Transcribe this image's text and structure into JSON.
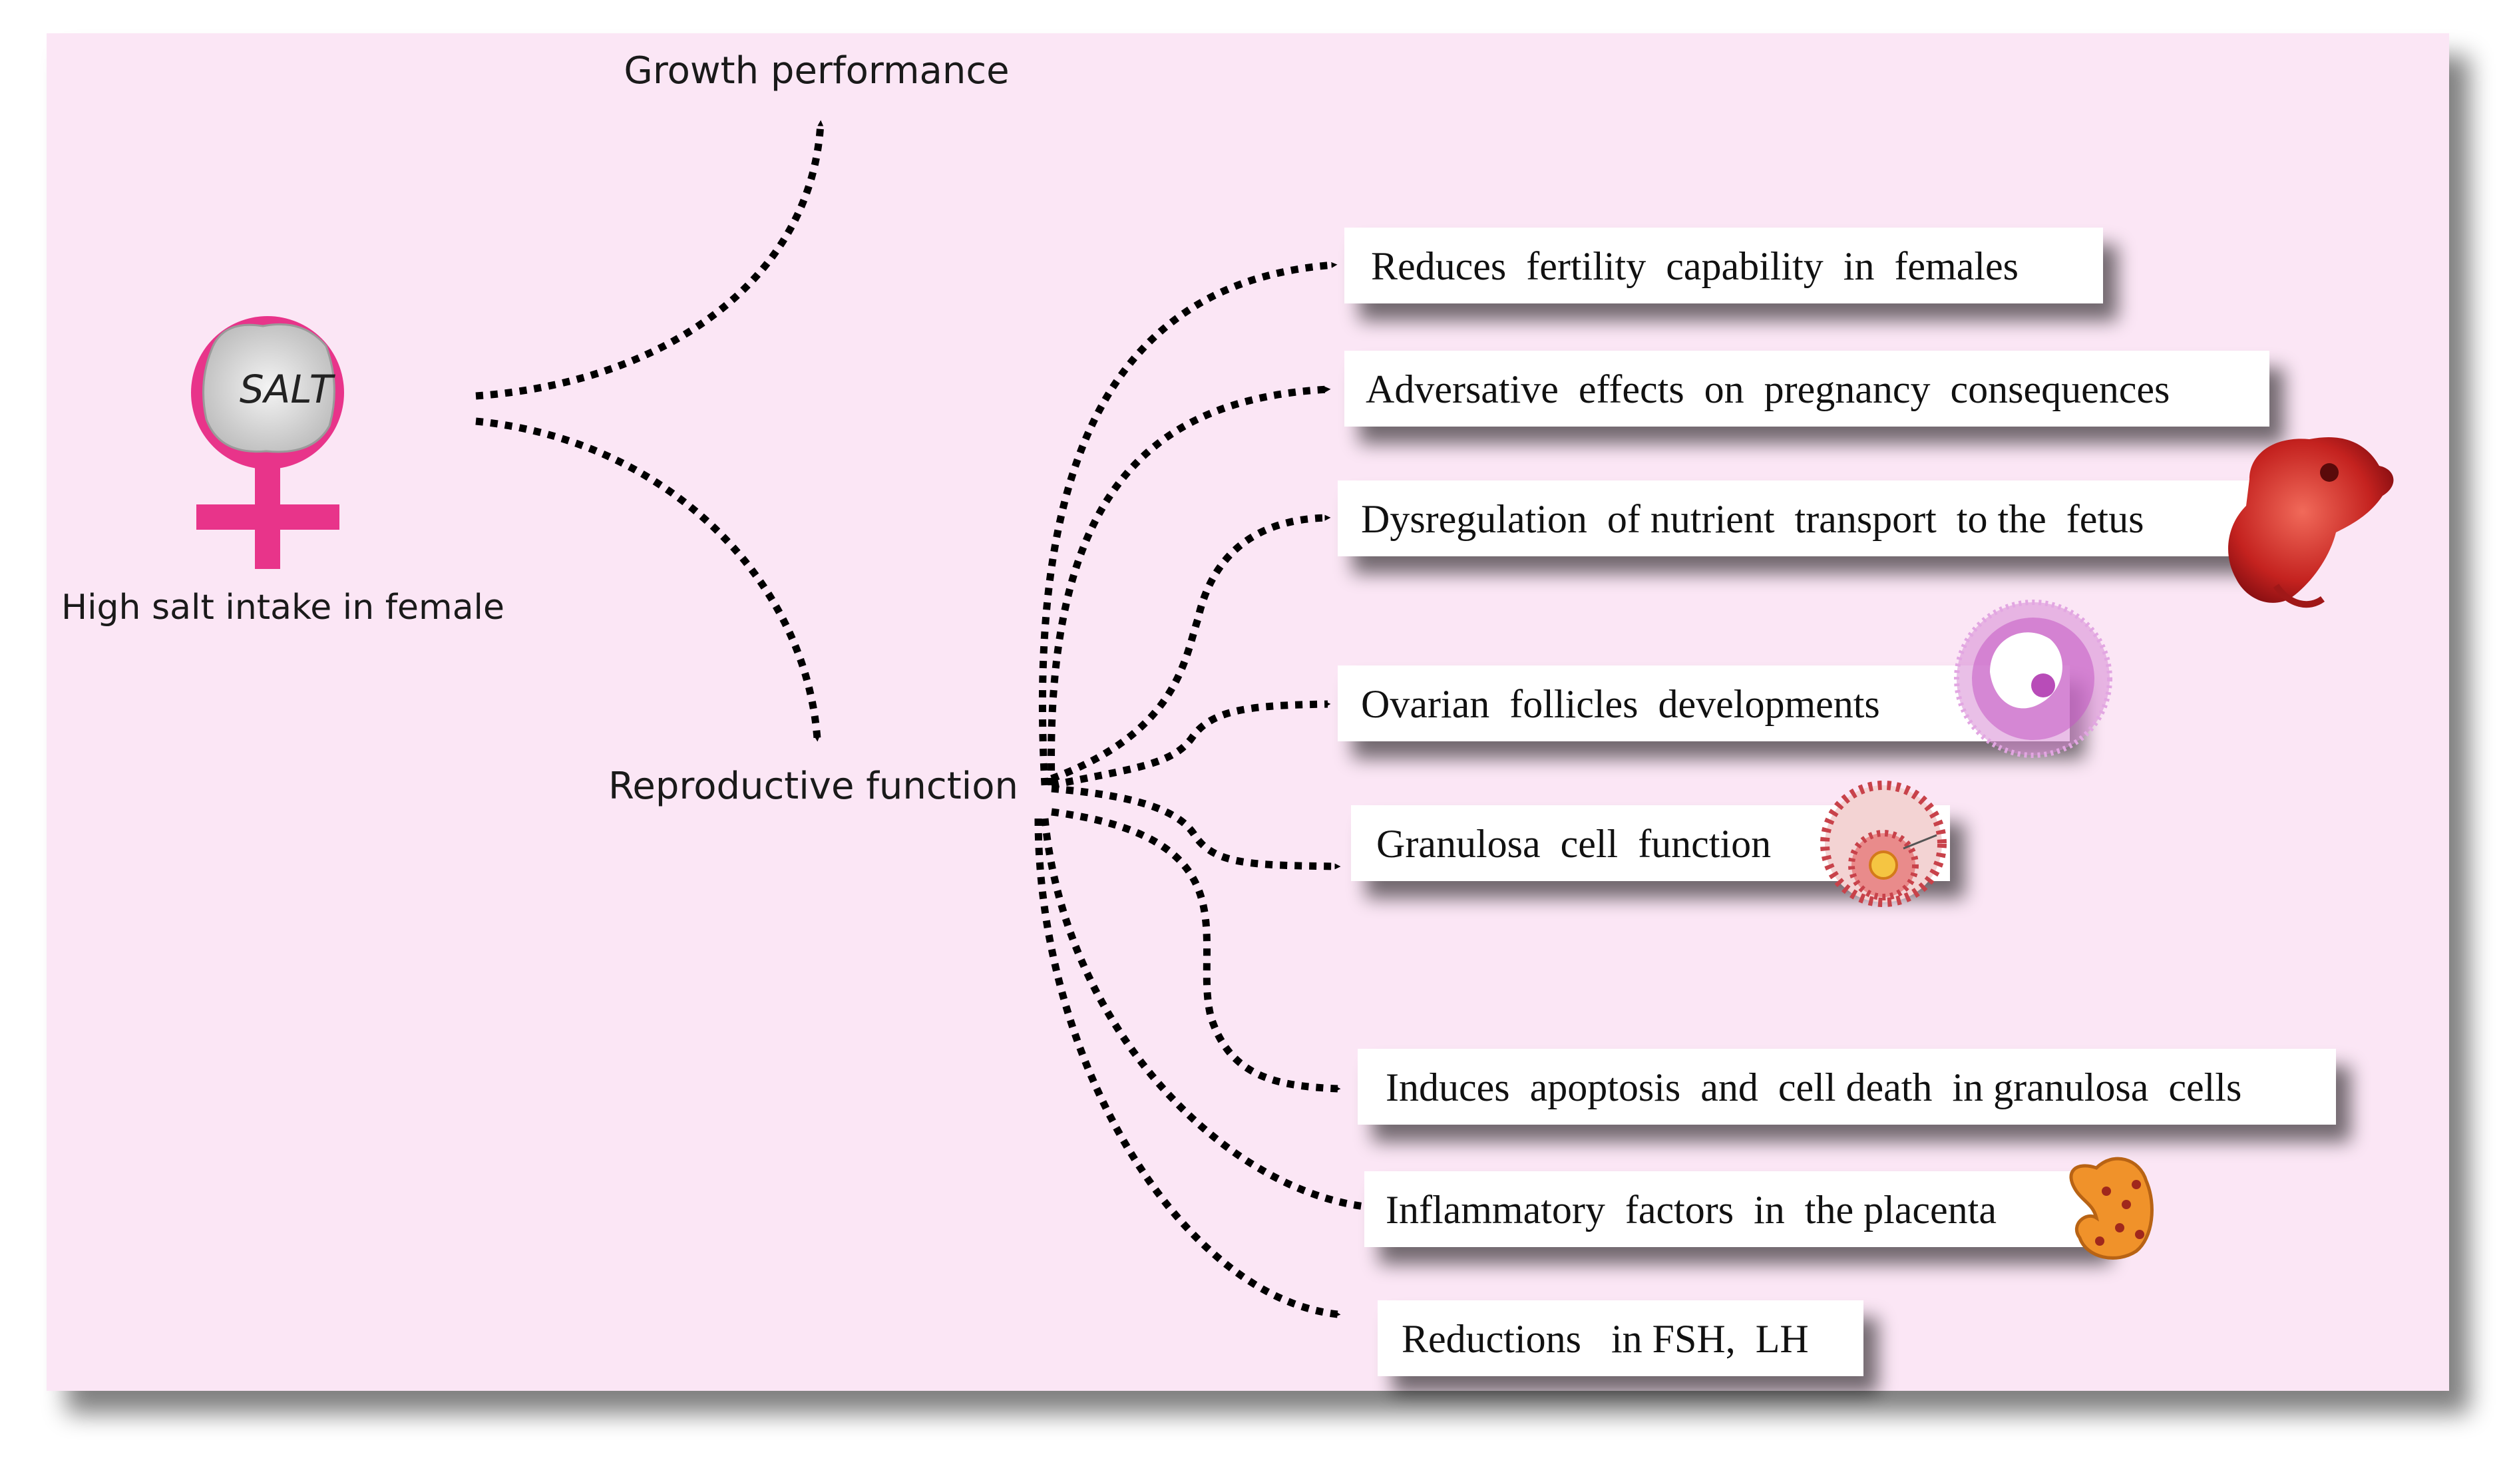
{
  "source": {
    "label": "High salt intake in female",
    "salt_text": "SALT"
  },
  "categories": {
    "growth": "Growth performance",
    "reproductive": "Reproductive function"
  },
  "effects": [
    "Reduces  fertility  capability  in  females",
    "Adversative  effects  on  pregnancy  consequences",
    "Dysregulation  of nutrient  transport  to the  fetus",
    "Ovarian  follicles  developments",
    "Granulosa  cell  function",
    "Induces  apoptosis  and  cell death  in granulosa  cells",
    "Inflammatory  factors  in  the placenta",
    "Reductions   in FSH,  LH"
  ],
  "icons": {
    "female_symbol": "female-symbol-icon",
    "fetus": "fetus-icon",
    "ovarian_follicle": "ovarian-follicle-icon",
    "granulosa_cell": "granulosa-cell-icon",
    "placenta": "placenta-icon"
  },
  "colors": {
    "background": "#fbe6f5",
    "female_symbol": "#e8348a",
    "arrow": "#000000",
    "box": "#ffffff"
  }
}
